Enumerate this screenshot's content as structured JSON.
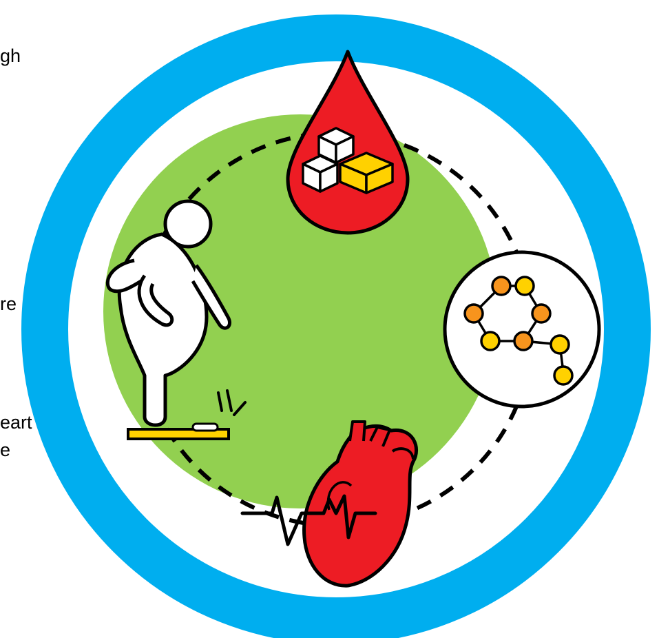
{
  "text_fragments": [
    {
      "id": "frag-1",
      "text": "gh"
    },
    {
      "id": "frag-2",
      "text": "re"
    },
    {
      "id": "frag-3",
      "text": "eart"
    },
    {
      "id": "frag-4",
      "text": "e"
    }
  ],
  "colors": {
    "outer_ring": "#00AEEF",
    "inner_disc": "#92D050",
    "blood_drop": "#ED1C24",
    "heart": "#ED1C24",
    "cube_highlight": "#FFD100",
    "molecule_orange": "#F7941D",
    "molecule_yellow": "#FFD100",
    "scale": "#FFD100",
    "outline": "#000000",
    "figure_fill": "#ffffff"
  },
  "icons": [
    "blood-sugar-drop-icon",
    "molecule-chain-icon",
    "heart-ecg-icon",
    "person-on-scale-icon"
  ]
}
